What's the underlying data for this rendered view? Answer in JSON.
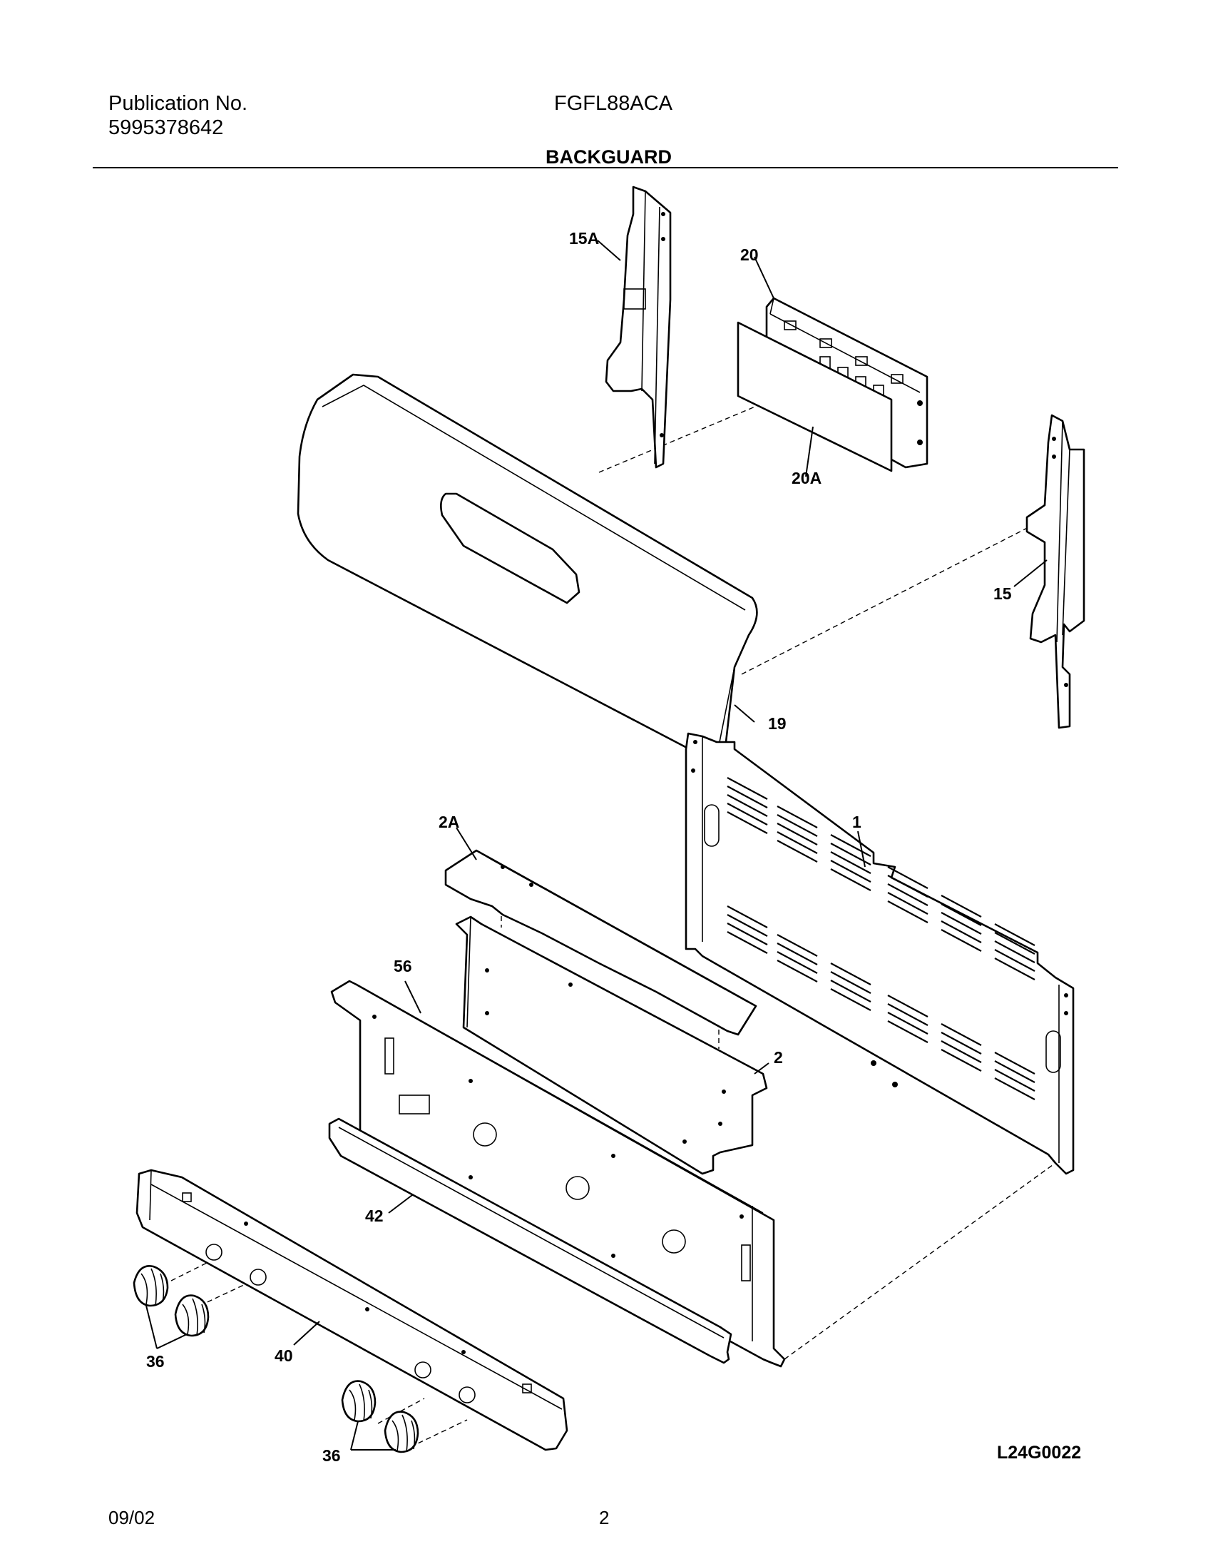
{
  "header": {
    "publication_label": "Publication No.",
    "publication_number": "5995378642",
    "model": "FGFL88ACA",
    "section_title": "BACKGUARD"
  },
  "diagram": {
    "callouts": {
      "p15A": "15A",
      "p20": "20",
      "p20A": "20A",
      "p15": "15",
      "p19": "19",
      "p1": "1",
      "p2A": "2A",
      "p56": "56",
      "p2": "2",
      "p42": "42",
      "p40": "40",
      "p36a": "36",
      "p36b": "36"
    },
    "drawing_code": "L24G0022"
  },
  "footer": {
    "date": "09/02",
    "page": "2"
  }
}
